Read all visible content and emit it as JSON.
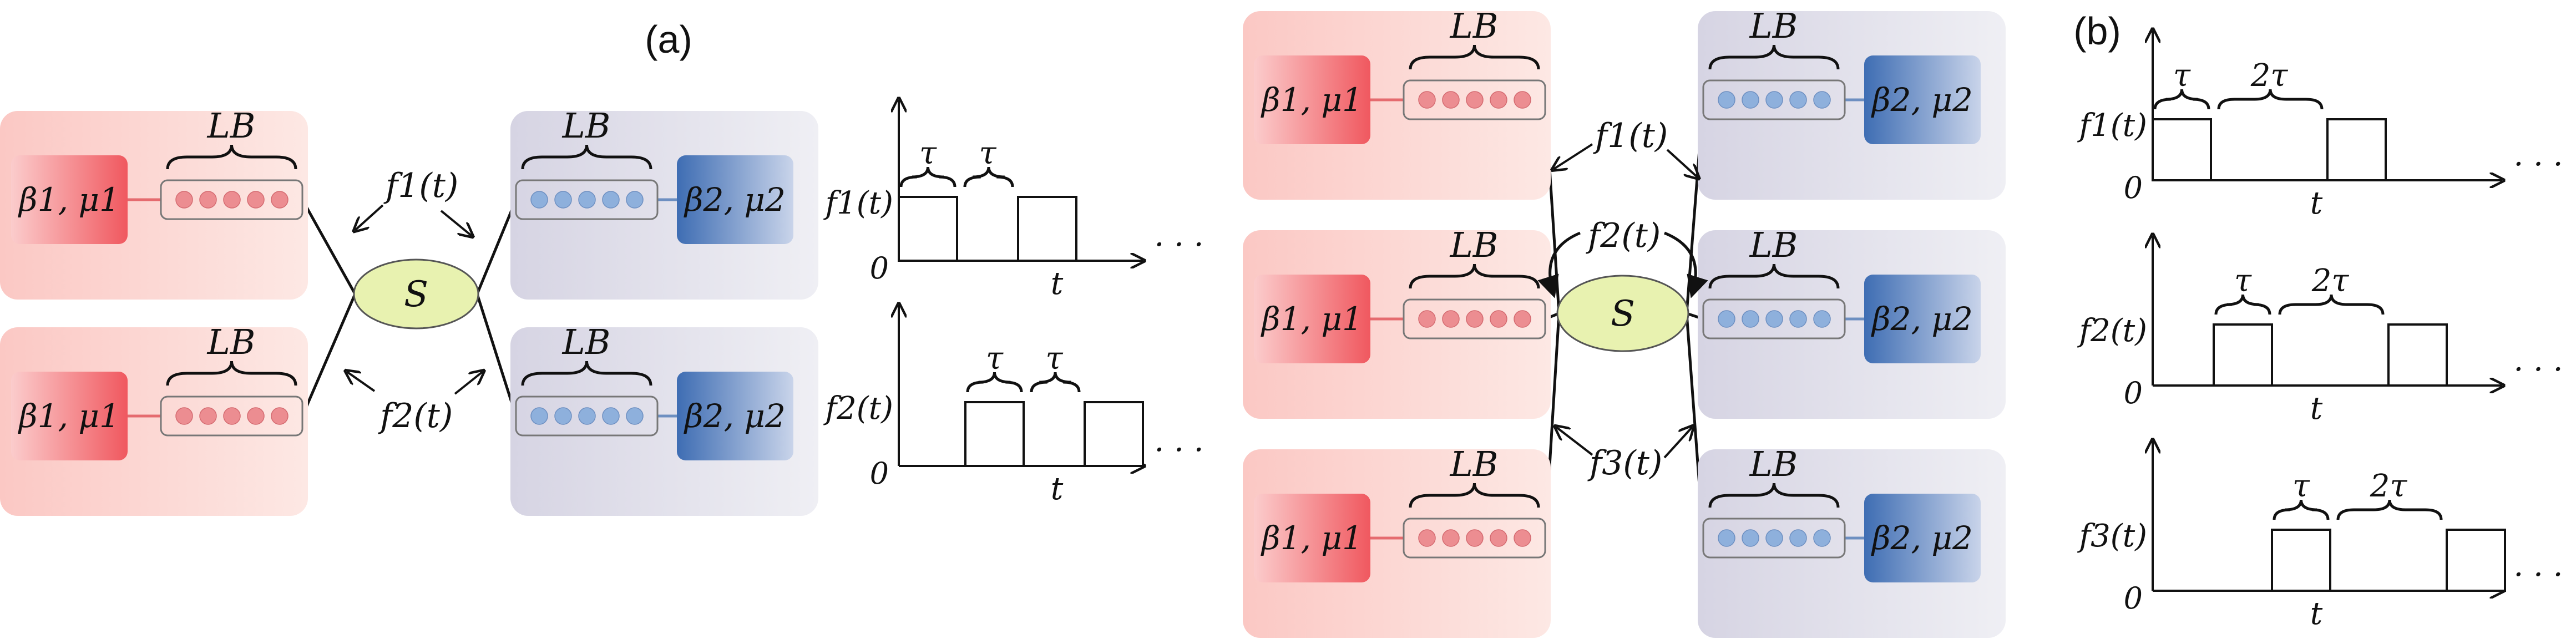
{
  "panel_a": {
    "label": "(a)",
    "reservoir_left": "β1, μ1",
    "reservoir_right": "β2, μ2",
    "bath_length": "LB",
    "system": "S",
    "coupling_1": "f1(t)",
    "coupling_2": "f2(t)",
    "plot_1": {
      "ylabel": "f1(t)",
      "xlabel": "t",
      "origin": "0",
      "brace_1": "τ",
      "brace_2": "τ",
      "ellipsis": "· · ·"
    },
    "plot_2": {
      "ylabel": "f2(t)",
      "xlabel": "t",
      "origin": "0",
      "brace_1": "τ",
      "brace_2": "τ",
      "ellipsis": "· · ·"
    }
  },
  "panel_b": {
    "label": "(b)",
    "reservoir_left": "β1, μ1",
    "reservoir_right": "β2, μ2",
    "bath_length": "LB",
    "system": "S",
    "coupling_1": "f1(t)",
    "coupling_2": "f2(t)",
    "coupling_3": "f3(t)",
    "plot_1": {
      "ylabel": "f1(t)",
      "xlabel": "t",
      "origin": "0",
      "brace_1": "τ",
      "brace_2": "2τ",
      "ellipsis": "· · ·"
    },
    "plot_2": {
      "ylabel": "f2(t)",
      "xlabel": "t",
      "origin": "0",
      "brace_1": "τ",
      "brace_2": "2τ",
      "ellipsis": "· · ·"
    },
    "plot_3": {
      "ylabel": "f3(t)",
      "xlabel": "t",
      "origin": "0",
      "brace_1": "τ",
      "brace_2": "2τ",
      "ellipsis": "· · ·"
    }
  },
  "colors": {
    "hot_reservoir": "#f2666e",
    "cold_reservoir": "#3f6fb5",
    "hot_bath_bg": "#fbd3cf",
    "cold_bath_bg": "#dcdce8",
    "system_fill": "#e8f2b0",
    "hot_site": "#ec8d91",
    "cold_site": "#8eb0dc"
  }
}
